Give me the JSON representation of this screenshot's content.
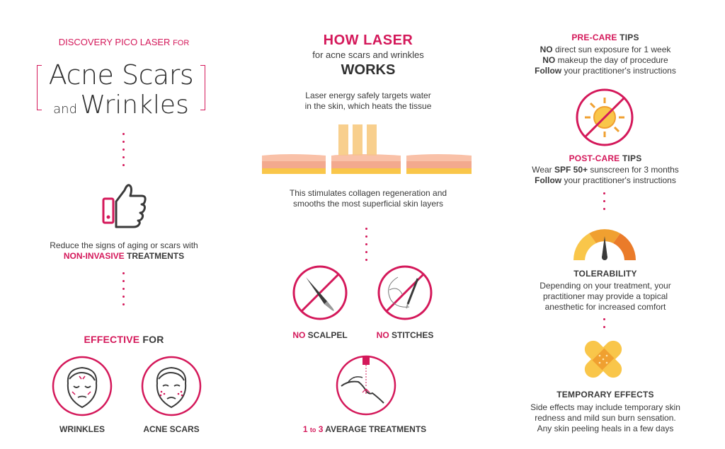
{
  "left": {
    "top_prefix": "DISCOVERY PICO LASER",
    "top_suffix": "FOR",
    "title_line1": "Acne Scars",
    "title_and": "and",
    "title_line2": "Wrinkles",
    "reduce_text": "Reduce the signs of aging or scars with",
    "noninvasive": "NON-INVASIVE",
    "treatments": "TREATMENTS",
    "effective": "EFFECTIVE",
    "for": "FOR",
    "wrinkles_label": "WRINKLES",
    "acne_label": "ACNE SCARS"
  },
  "middle": {
    "how_laser": "HOW LASER",
    "subtitle": "for acne scars and wrinkles",
    "works": "WORKS",
    "desc1_l1": "Laser energy safely targets water",
    "desc1_l2": "in the skin, which heats the tissue",
    "desc2_l1": "This stimulates collagen regeneration and",
    "desc2_l2": "smooths the most superficial skin layers",
    "no1": "NO",
    "scalpel": "SCALPEL",
    "no2": "NO",
    "stitches": "STITCHES",
    "avg_1": "1",
    "avg_to": "to",
    "avg_3": "3",
    "avg_rest": "AVERAGE TREATMENTS"
  },
  "right": {
    "pre": "PRE-CARE",
    "pre_tips": "TIPS",
    "pre_1_bold": "NO",
    "pre_1_rest": "direct sun exposure for 1 week",
    "pre_2_bold": "NO",
    "pre_2_rest": "makeup the day of procedure",
    "pre_3_bold": "Follow",
    "pre_3_rest": "your practitioner's instructions",
    "post": "POST-CARE",
    "post_tips": "TIPS",
    "post_1_a": "Wear",
    "post_1_bold": "SPF 50+",
    "post_1_rest": "sunscreen for 3 months",
    "post_2_bold": "Follow",
    "post_2_rest": "your practitioner's instructions",
    "tolerability": "TOLERABILITY",
    "tol_l1": "Depending on your treatment, your",
    "tol_l2": "practitioner may provide a topical",
    "tol_l3": "anesthetic for increased comfort",
    "temp": "TEMPORARY EFFECTS",
    "temp_l1": "Side effects may include temporary skin",
    "temp_l2": "redness and mild sun burn sensation.",
    "temp_l3": "Any skin peeling heals in a few days"
  },
  "colors": {
    "accent": "#d4185a",
    "orange": "#f0a030",
    "yellow": "#f9c64a",
    "skin": "#f3a98e"
  }
}
